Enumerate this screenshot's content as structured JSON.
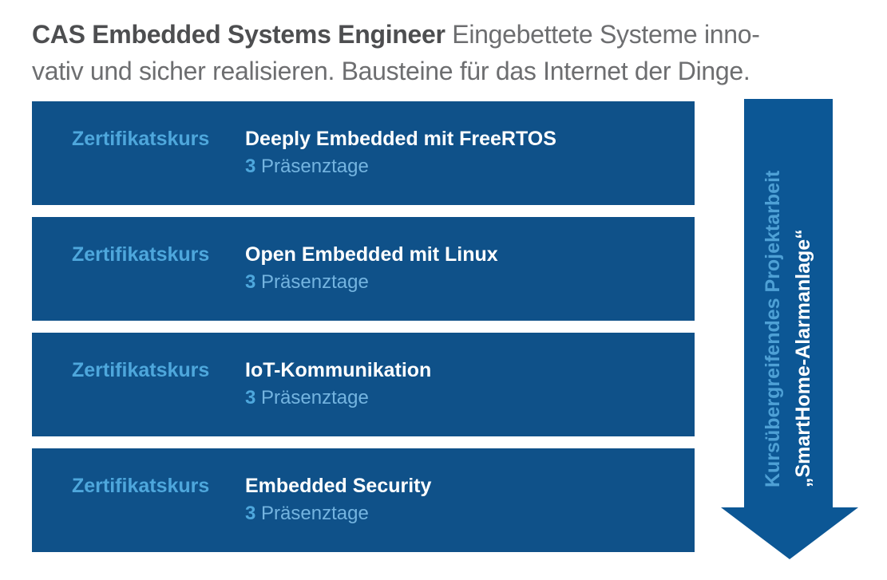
{
  "header": {
    "title_bold": "CAS Embedded Systems Engineer",
    "title_regular_line1": "Eingebettete Systeme inno-",
    "title_regular_line2": "vativ und sicher realisieren. Bausteine für das Internet der Dinge."
  },
  "courses": [
    {
      "type_label": "Zertifikatskurs",
      "title": "Deeply Embedded mit FreeRTOS",
      "days_count": "3",
      "days_label": "Präsenztage"
    },
    {
      "type_label": "Zertifikatskurs",
      "title": "Open Embedded mit Linux",
      "days_count": "3",
      "days_label": "Präsenztage"
    },
    {
      "type_label": "Zertifikatskurs",
      "title": "IoT-Kommunikation",
      "days_count": "3",
      "days_label": "Präsenztage"
    },
    {
      "type_label": "Zertifikatskurs",
      "title": "Embedded Security",
      "days_count": "3",
      "days_label": "Präsenztage"
    }
  ],
  "project_arrow": {
    "line1": "Kursübergreifendes Projektarbeit",
    "line2": "„SmartHome-Alarmanlage“"
  },
  "colors": {
    "box_blue": "#0F5189",
    "arrow_blue": "#0C5795",
    "accent_light_blue": "#4EA7DC",
    "arrow_accent_blue": "#4EA0D5",
    "days_text_blue": "#74B4E0",
    "title_dark_gray": "#4D4E50",
    "title_gray": "#6D6E70",
    "white": "#FFFFFF"
  }
}
